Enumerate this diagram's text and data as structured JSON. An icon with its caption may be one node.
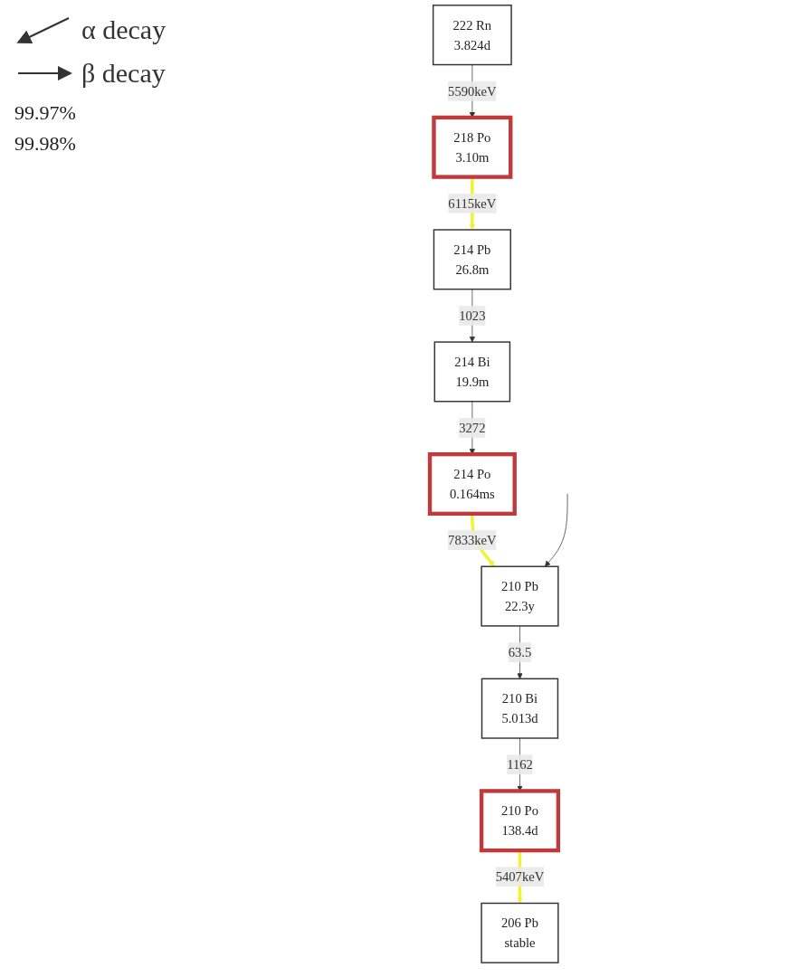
{
  "diagram": {
    "nodes": [
      {
        "text": [
          "222 Rn",
          "3.824d"
        ]
      },
      {
        "text": [
          "218 Po",
          "3.10m"
        ]
      },
      {
        "text": [
          "214 Pb",
          "26.8m"
        ]
      },
      {
        "text": [
          "214 Bi",
          "19.9m"
        ]
      },
      {
        "text": [
          "214 Po",
          "0.164ms"
        ]
      },
      {
        "text": [
          "210 Pb",
          "22.3y"
        ]
      },
      {
        "text": [
          "210 Bi",
          "5.013d"
        ]
      },
      {
        "text": [
          "210 Po",
          "138.4d"
        ]
      },
      {
        "text": [
          "206 Pb",
          "stable"
        ]
      }
    ],
    "edges": [
      {
        "from": 0,
        "to": 1,
        "arrow": "to",
        "label": "5590keV"
      },
      {
        "from": 1,
        "to": 2,
        "arrow": "to",
        "label": "6115keV",
        "style": "thick",
        "color": "#f2f23c"
      },
      {
        "from": 2,
        "to": 3,
        "arrow": "to",
        "label": "1023"
      },
      {
        "from": 3,
        "to": 4,
        "arrow": "to",
        "label": "3272"
      },
      {
        "from": 4,
        "to": 5,
        "arrow": "to",
        "label": "7833keV",
        "style": "thick",
        "color": "#f2f23c"
      },
      {
        "from": null,
        "to": 5,
        "arrow": "to"
      },
      {
        "from": 5,
        "to": 6,
        "arrow": "to",
        "label": "63.5"
      },
      {
        "from": 6,
        "to": 7,
        "arrow": "to",
        "label": "1162"
      },
      {
        "from": 7,
        "to": 8,
        "arrow": "to",
        "label": "5407keV",
        "style": "thick",
        "color": "#f2f23c"
      }
    ],
    "labels": [
      "99.97%",
      "99.98%"
    ],
    "legend": [
      {
        "text": "α decay"
      },
      {
        "text": "β decay"
      }
    ]
  }
}
